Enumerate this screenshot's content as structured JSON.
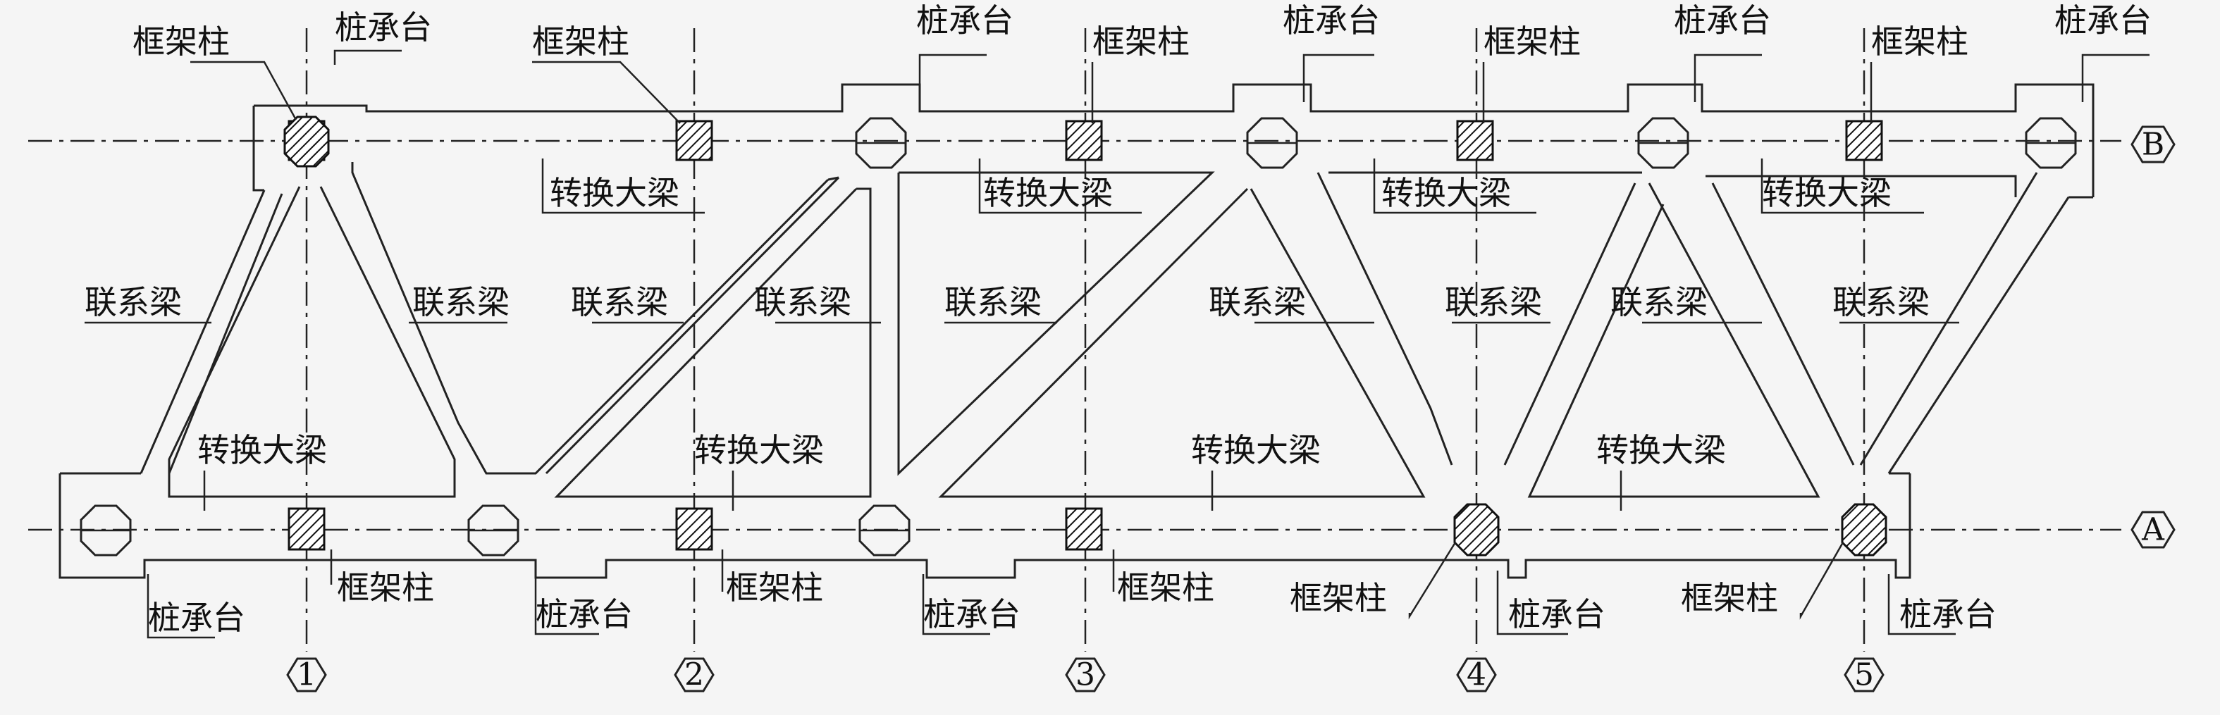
{
  "labels": {
    "column": "框架柱",
    "pile_cap": "桩承台",
    "transfer_beam": "转换大梁",
    "tie_beam": "联系梁"
  },
  "grid_rows": [
    "B",
    "A"
  ],
  "grid_columns": [
    "1",
    "2",
    "3",
    "4",
    "5"
  ],
  "colors": {
    "line": "#222222",
    "background": "#f5f5f5"
  }
}
